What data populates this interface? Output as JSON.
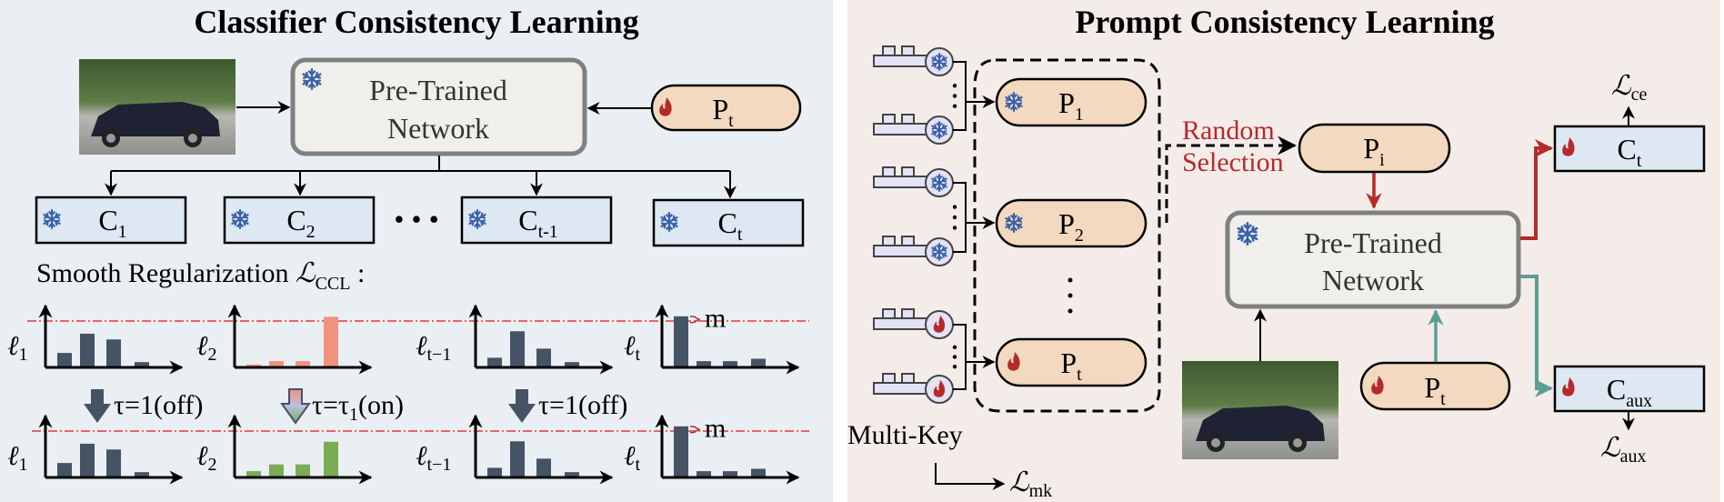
{
  "colors": {
    "left_bg": "#e9eff2",
    "right_bg": "#f4ece9",
    "capsule_fill": "#f2d9bf",
    "classifier_fill": "#dde8f3",
    "network_fill": "#f0efec",
    "network_border": "#808080",
    "frozen_blue": "#3b62a6",
    "trainable_red": "#b52a2a",
    "teal": "#5b9e94",
    "bar_dark": "#465366",
    "bar_salmon": "#f0937d",
    "bar_green": "#7bab55",
    "threshold_red": "#e03c3c",
    "key_fill": "#e4e2f5"
  },
  "left": {
    "title": "Classifier Consistency Learning",
    "network": {
      "line1": "Pre-Trained",
      "line2": "Network",
      "icon": "snowflake-icon"
    },
    "prompt": {
      "main": "P",
      "sub": "t",
      "icon": "flame-icon"
    },
    "classifiers": [
      {
        "main": "C",
        "sub": "1",
        "icon": "snowflake-icon"
      },
      {
        "main": "C",
        "sub": "2",
        "icon": "snowflake-icon"
      },
      {
        "main": "C",
        "sub": "t-1",
        "icon": "snowflake-icon"
      },
      {
        "main": "C",
        "sub": "t",
        "icon": "snowflake-icon"
      }
    ],
    "ellipsis": "• • •",
    "smooth_label": "Smooth Regularization ",
    "loss_symbol": "ℒ",
    "loss_sub": "CCL",
    "loss_colon": " :",
    "margin_label": "m",
    "transforms": [
      {
        "text": "τ=1(off)",
        "arrow": "solid"
      },
      {
        "text_main": "τ=τ",
        "text_sub": "1",
        "text_tail": "(on)",
        "arrow": "gradient"
      },
      {
        "text": "τ=1(off)",
        "arrow": "solid"
      }
    ]
  },
  "chart_data": [
    {
      "type": "bar",
      "title": "",
      "ylabel_main": "ℓ",
      "ylabel_sub": "1",
      "row": "before",
      "values": [
        0.3,
        0.7,
        0.58,
        0.11
      ],
      "color": "dark",
      "threshold": 0.93
    },
    {
      "type": "bar",
      "title": "",
      "ylabel_main": "ℓ",
      "ylabel_sub": "2",
      "row": "before",
      "values": [
        0.06,
        0.13,
        0.13,
        1.05
      ],
      "color": "salmon",
      "threshold": 0.93
    },
    {
      "type": "bar",
      "title": "",
      "ylabel_main": "ℓ",
      "ylabel_sub": "t−1",
      "row": "before",
      "values": [
        0.2,
        0.75,
        0.39,
        0.11
      ],
      "color": "dark",
      "threshold": 0.93
    },
    {
      "type": "bar",
      "title": "",
      "ylabel_main": "ℓ",
      "ylabel_sub": "t",
      "row": "before",
      "values": [
        1.06,
        0.13,
        0.13,
        0.18
      ],
      "color": "dark",
      "threshold": 0.93,
      "margin": "m"
    },
    {
      "type": "bar",
      "title": "",
      "ylabel_main": "ℓ",
      "ylabel_sub": "1",
      "row": "after",
      "values": [
        0.3,
        0.7,
        0.58,
        0.11
      ],
      "color": "dark",
      "threshold": 0.93
    },
    {
      "type": "bar",
      "title": "",
      "ylabel_main": "ℓ",
      "ylabel_sub": "2",
      "row": "after",
      "values": [
        0.13,
        0.27,
        0.27,
        0.74
      ],
      "color": "green",
      "threshold": 0.93
    },
    {
      "type": "bar",
      "title": "",
      "ylabel_main": "ℓ",
      "ylabel_sub": "t−1",
      "row": "after",
      "values": [
        0.2,
        0.75,
        0.39,
        0.11
      ],
      "color": "dark",
      "threshold": 0.93
    },
    {
      "type": "bar",
      "title": "",
      "ylabel_main": "ℓ",
      "ylabel_sub": "t",
      "row": "after",
      "values": [
        1.06,
        0.13,
        0.13,
        0.18
      ],
      "color": "dark",
      "threshold": 0.93,
      "margin": "m"
    }
  ],
  "right": {
    "title": "Prompt Consistency Learning",
    "prompt_pool": [
      {
        "main": "P",
        "sub": "1",
        "icon": "snowflake-icon",
        "keys": [
          "snowflake-icon",
          "snowflake-icon"
        ]
      },
      {
        "main": "P",
        "sub": "2",
        "icon": "snowflake-icon",
        "keys": [
          "snowflake-icon",
          "snowflake-icon"
        ]
      },
      {
        "main": "P",
        "sub": "t",
        "icon": "flame-icon",
        "keys": [
          "flame-icon",
          "flame-icon"
        ]
      }
    ],
    "random_selection": {
      "line1": "Random",
      "line2": "Selection"
    },
    "selected_prompt": {
      "main": "P",
      "sub": "i"
    },
    "network": {
      "line1": "Pre-Trained",
      "line2": "Network",
      "icon": "snowflake-icon"
    },
    "current_prompt": {
      "main": "P",
      "sub": "t",
      "icon": "flame-icon"
    },
    "classifier_ct": {
      "main": "C",
      "sub": "t",
      "icon": "flame-icon"
    },
    "classifier_aux": {
      "main": "C",
      "sub": "aux",
      "icon": "flame-icon"
    },
    "loss_ce": {
      "sym": "ℒ",
      "sub": "ce"
    },
    "loss_aux": {
      "sym": "ℒ",
      "sub": "aux"
    },
    "loss_mk": {
      "sym": "ℒ",
      "sub": "mk"
    },
    "multikey_label": "Multi-Key"
  }
}
